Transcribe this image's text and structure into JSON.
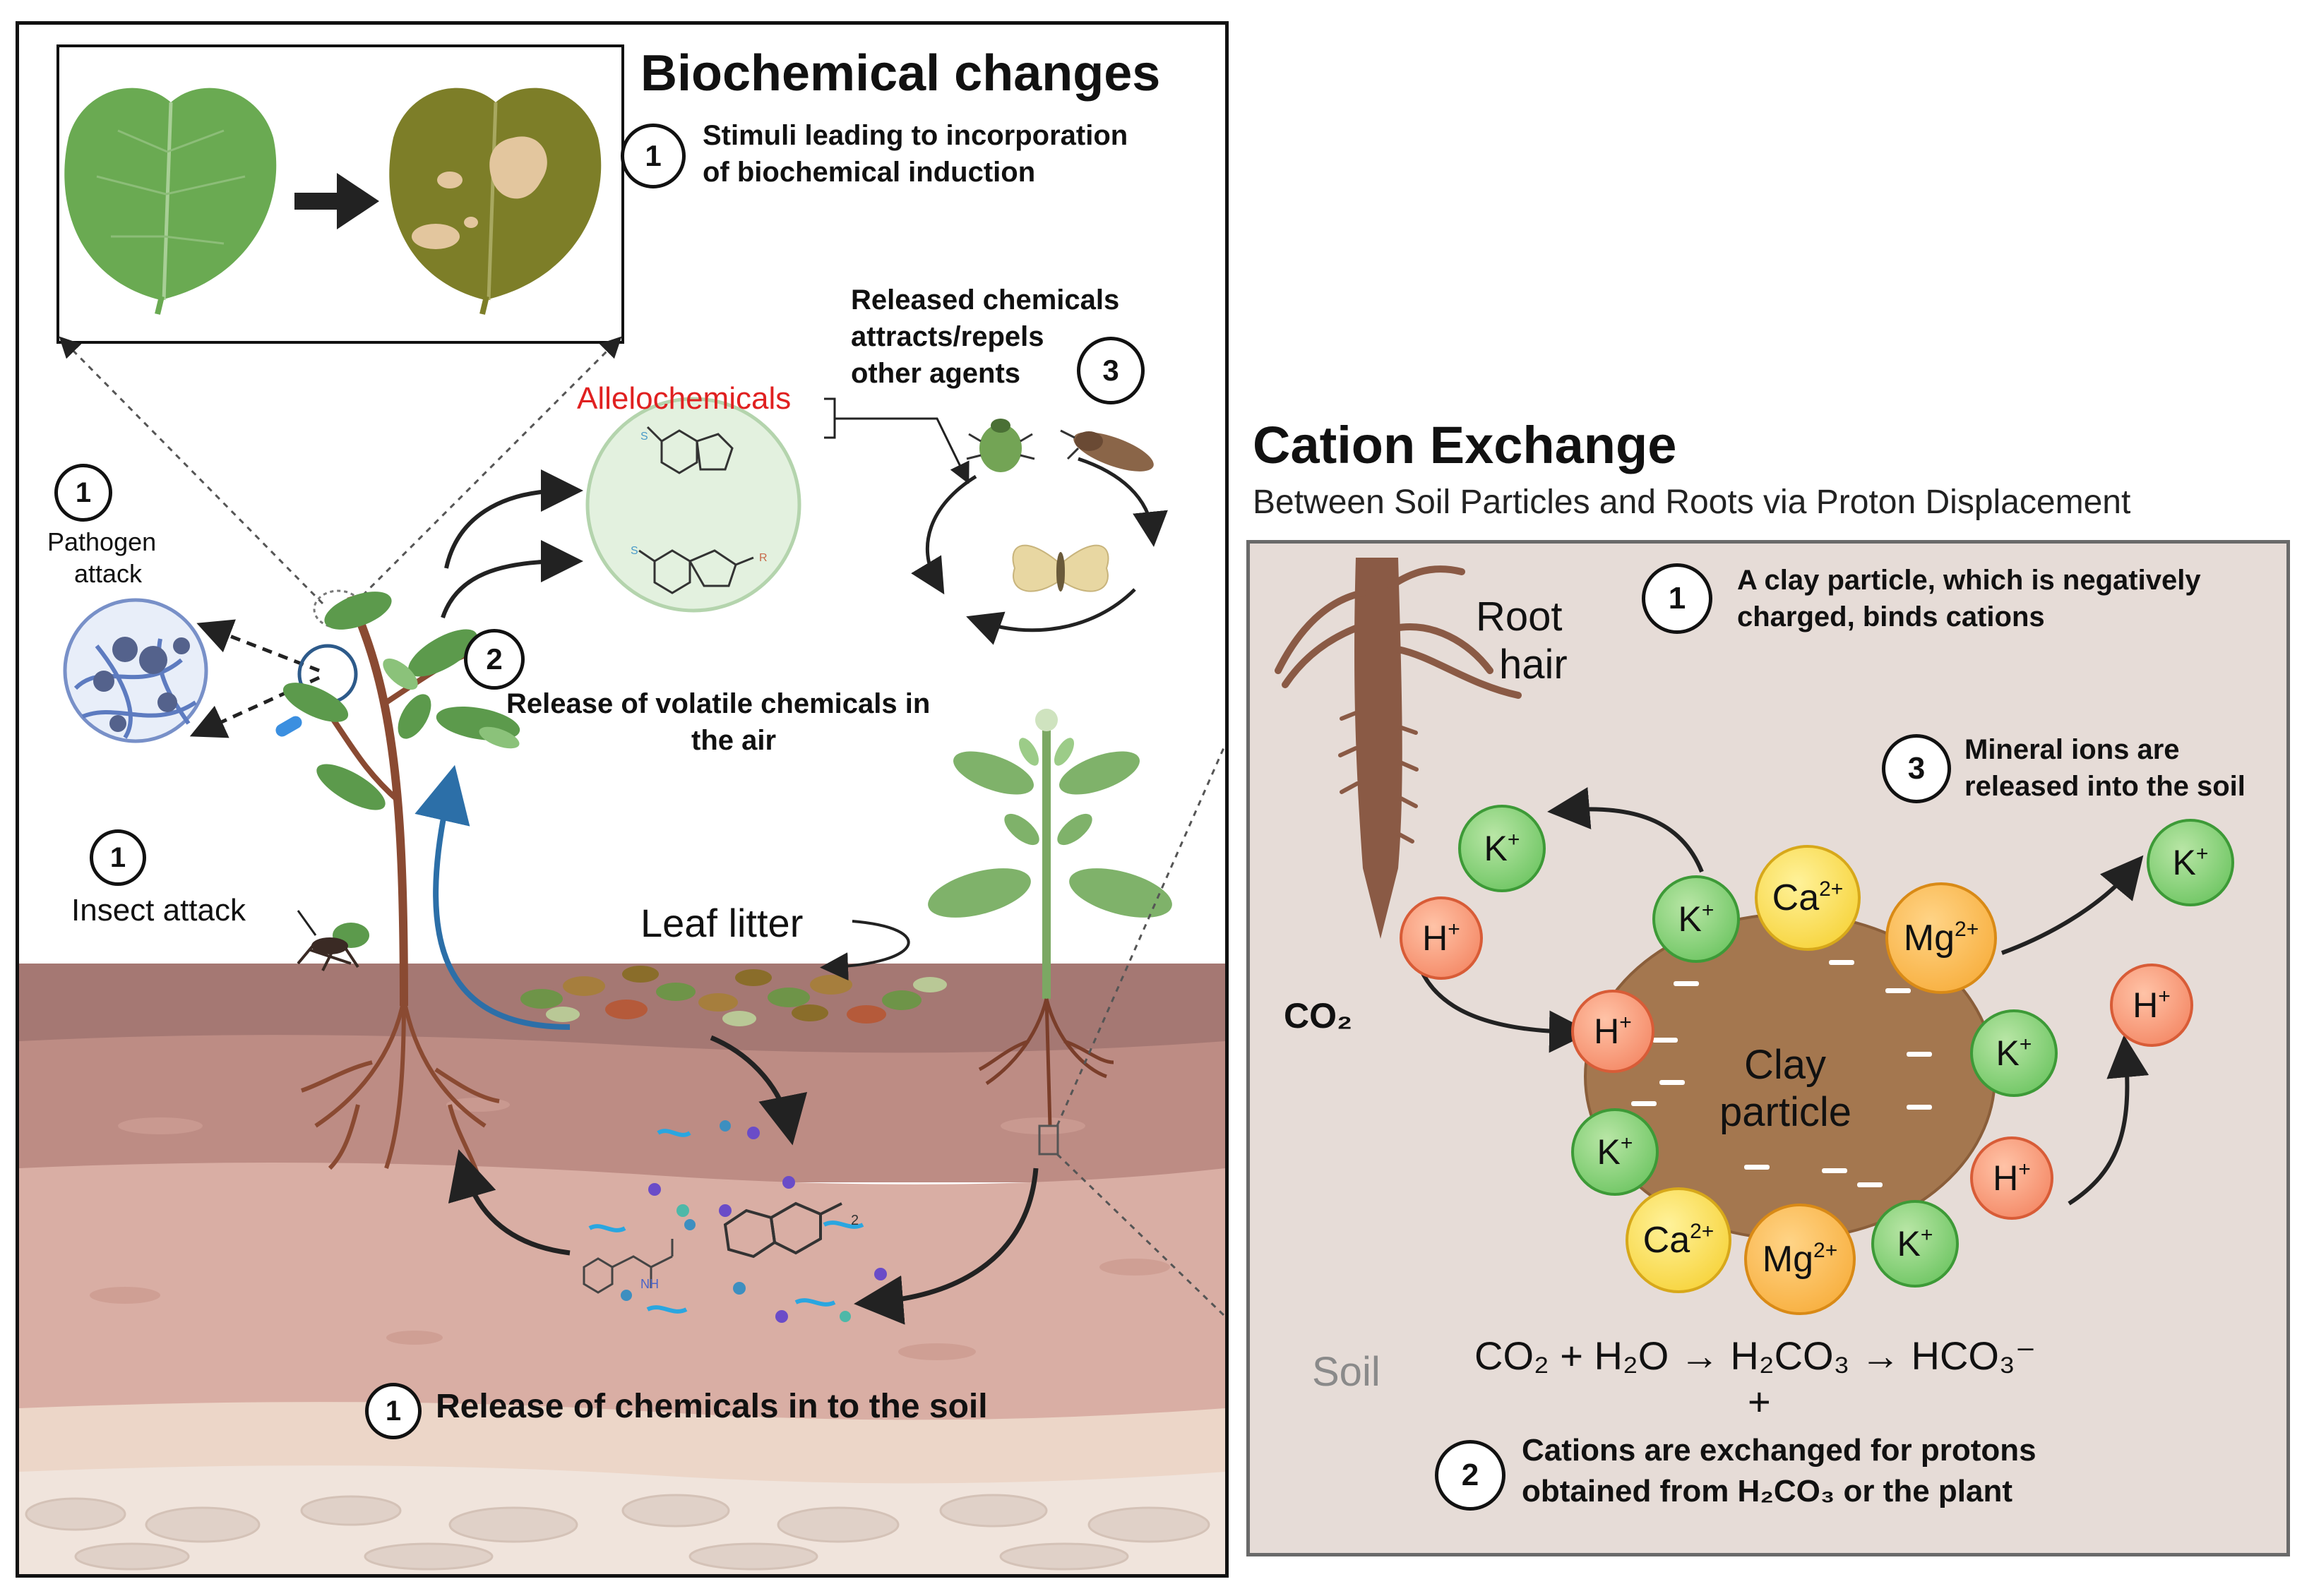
{
  "left_panel": {
    "title": "Biochemical changes",
    "step_stimuli": {
      "num": "1",
      "text_line1": "Stimuli leading to incorporation",
      "text_line2": "of biochemical induction"
    },
    "released_chemicals": {
      "line1": "Released chemicals",
      "line2": "attracts/repels",
      "line3": "other agents",
      "num": "3"
    },
    "allelochemicals_label": "Allelochemicals",
    "pathogen": {
      "num": "1",
      "line1": "Pathogen",
      "line2": "attack"
    },
    "volatile": {
      "num": "2",
      "line1": "Release of volatile chemicals in",
      "line2": "the air"
    },
    "insect": {
      "num": "1",
      "text": "Insect attack"
    },
    "leaf_litter": "Leaf litter",
    "soil_release": {
      "num": "1",
      "text": "Release of chemicals in to the soil"
    },
    "molecule_subscript": "2"
  },
  "right_panel": {
    "title": "Cation Exchange",
    "subtitle": "Between Soil Particles and Roots via Proton Displacement",
    "step1": {
      "num": "1",
      "line1": "A clay particle, which is negatively",
      "line2": "charged, binds cations"
    },
    "step2": {
      "num": "2",
      "line1": "Cations are exchanged for protons",
      "line2": "obtained from H₂CO₃ or the plant"
    },
    "step3": {
      "num": "3",
      "line1": "Mineral ions are",
      "line2": "released into the soil"
    },
    "root_hair": {
      "line1": "Root",
      "line2": "hair"
    },
    "co2_label": "CO₂",
    "soil_label": "Soil",
    "clay_label": {
      "line1": "Clay",
      "line2": "particle"
    },
    "equation": "CO₂ + H₂O → H₂CO₃ → HCO₃⁻",
    "plus": "+",
    "ions": {
      "k_base": "K",
      "h_base": "H",
      "ca_base": "Ca",
      "mg_base": "Mg",
      "plus": "+",
      "two_plus": "2+"
    }
  },
  "colors": {
    "allelochemicals": "#e02020",
    "arrow_blue": "#2c6fa8",
    "panel_right_bg": "#e6dcd7",
    "clay": "#a4774f",
    "soil_top": "#a57873",
    "soil_mid": "#c59a90",
    "soil_deep": "#ecd3c9"
  }
}
